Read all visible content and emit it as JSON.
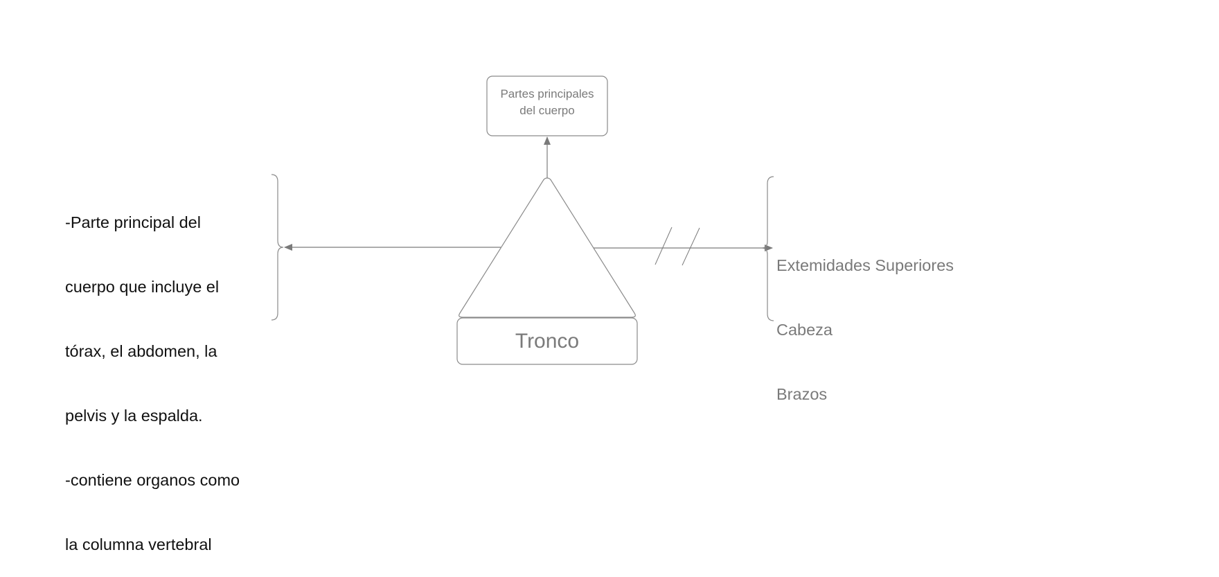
{
  "diagram": {
    "top_box": {
      "lines": [
        "Partes principales",
        "del cuerpo"
      ]
    },
    "base_box": {
      "label": "Tronco"
    },
    "left_note": {
      "lines": [
        "-Parte principal del",
        "cuerpo que incluye el",
        "tórax, el abdomen, la",
        "pelvis y la espalda.",
        "-contiene organos como",
        "la columna vertebral"
      ]
    },
    "right_list": {
      "lines": [
        "Extemidades Superiores",
        "Cabeza",
        "Brazos"
      ]
    },
    "colors": {
      "line": "#7a7a7a",
      "text_gray": "#7a7a7a",
      "text_dark": "#111111"
    }
  }
}
